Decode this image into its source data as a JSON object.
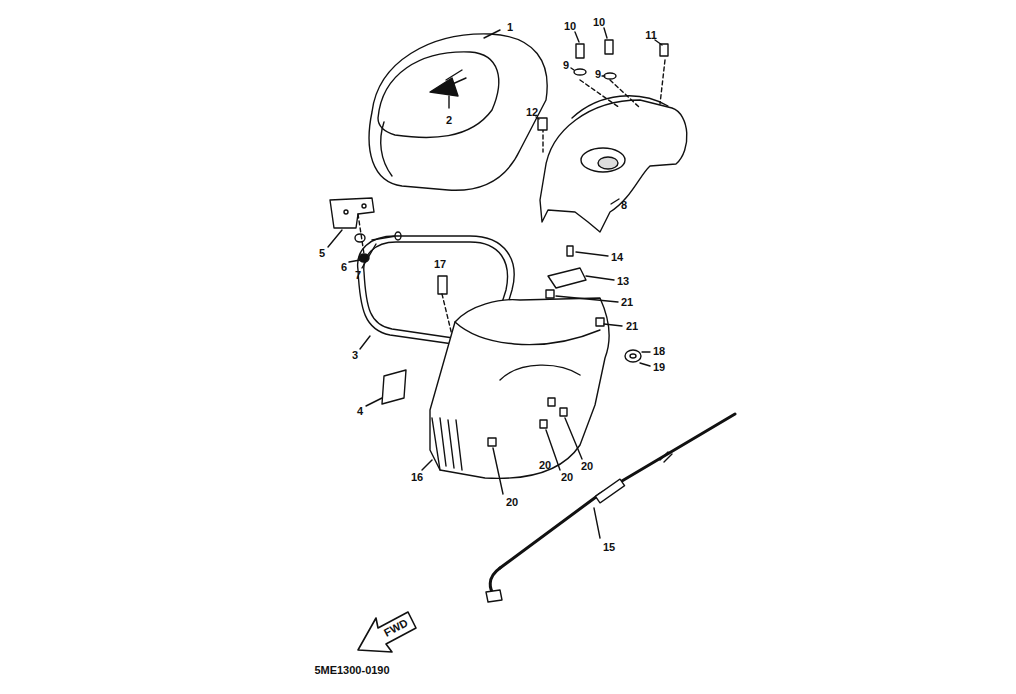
{
  "diagram": {
    "labels": [
      "1",
      "2",
      "10",
      "10",
      "11",
      "9",
      "9",
      "12",
      "8",
      "5",
      "6",
      "7",
      "14",
      "17",
      "13",
      "21",
      "21",
      "18",
      "19",
      "3",
      "4",
      "16",
      "20",
      "20",
      "20",
      "20",
      "15",
      "FWD",
      "5ME1300-0190"
    ]
  }
}
